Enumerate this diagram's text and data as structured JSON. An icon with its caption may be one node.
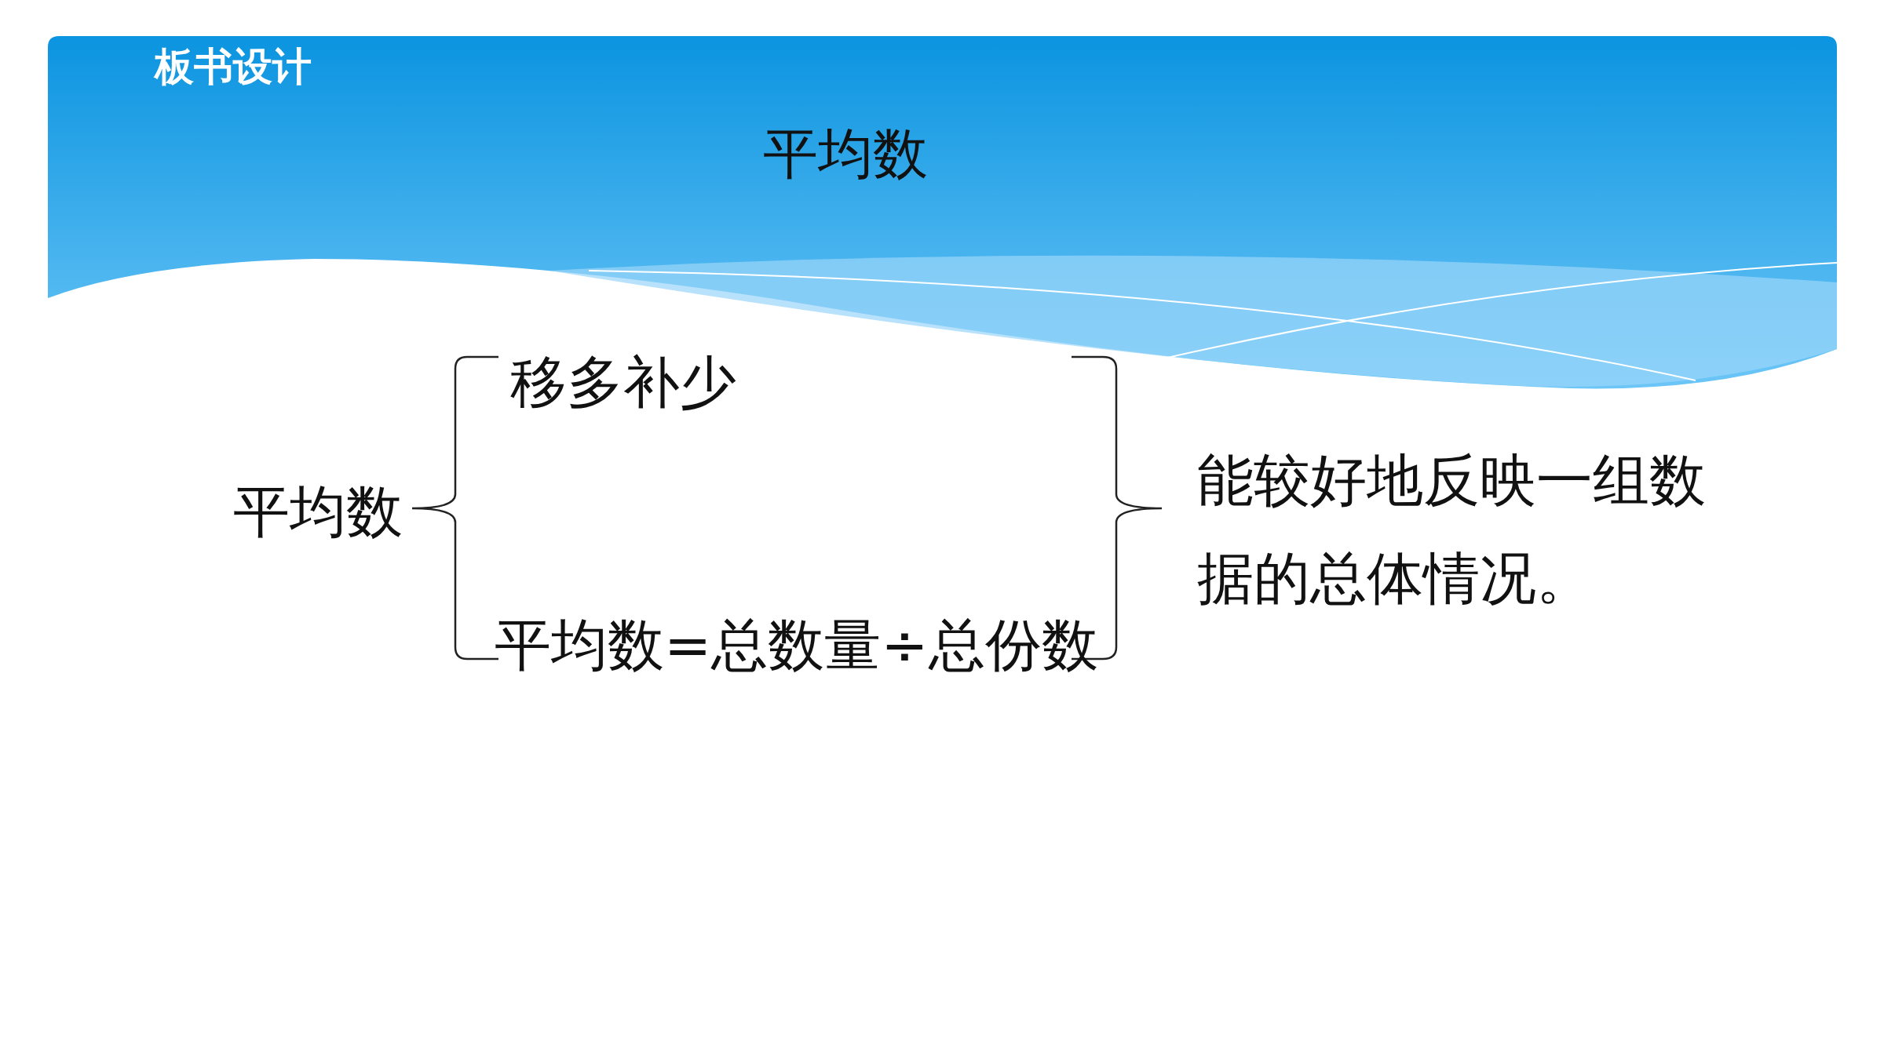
{
  "diagram": {
    "title": "平均数",
    "labels": [
      "板书设计",
      "平均数",
      "移多补少",
      "平均数=总数量÷总份数",
      "能较好地反映一组数据的总体情况。"
    ]
  }
}
